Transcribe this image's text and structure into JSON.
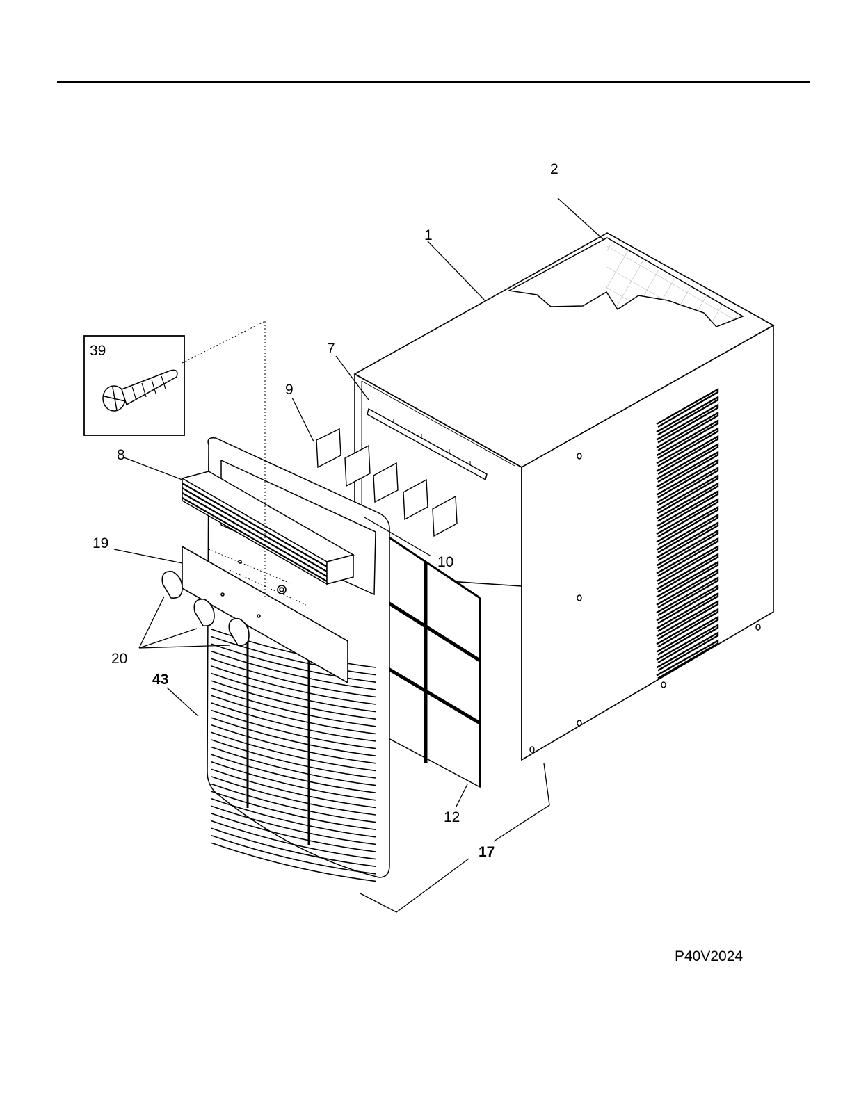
{
  "document": {
    "drawing_id": "P40V2024"
  },
  "callouts": [
    {
      "id": "c1",
      "label": "1",
      "bold": false
    },
    {
      "id": "c2",
      "label": "2",
      "bold": false
    },
    {
      "id": "c7",
      "label": "7",
      "bold": false
    },
    {
      "id": "c8",
      "label": "8",
      "bold": false
    },
    {
      "id": "c9",
      "label": "9",
      "bold": false
    },
    {
      "id": "c10",
      "label": "10",
      "bold": false
    },
    {
      "id": "c12",
      "label": "12",
      "bold": false
    },
    {
      "id": "c17",
      "label": "17",
      "bold": true
    },
    {
      "id": "c19",
      "label": "19",
      "bold": false
    },
    {
      "id": "c20",
      "label": "20",
      "bold": false
    },
    {
      "id": "c39",
      "label": "39",
      "bold": false
    },
    {
      "id": "c43",
      "label": "43",
      "bold": true
    }
  ]
}
